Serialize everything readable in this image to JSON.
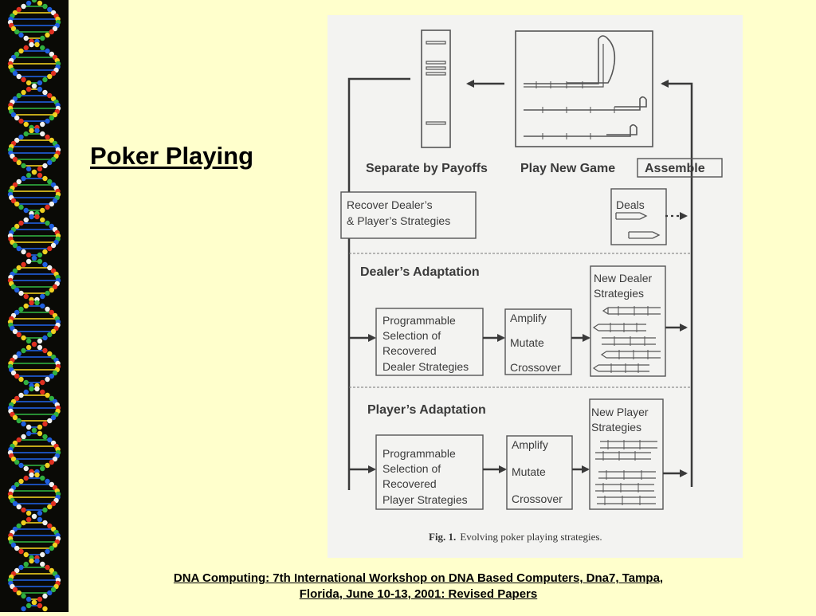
{
  "slide": {
    "title": "Poker Playing",
    "citation_line1": "DNA Computing: 7th International Workshop on DNA Based Computers, Dna7, Tampa,",
    "citation_line2": "Florida, June 10-13, 2001: Revised Papers"
  },
  "figure": {
    "labels": {
      "separate": "Separate by Payoffs",
      "play": "Play New Game",
      "assemble": "Assemble",
      "recover_1": "Recover Dealer’s",
      "recover_2": "& Player’s Strategies",
      "deals": "Deals",
      "dealer_section": "Dealer’s Adaptation",
      "player_section": "Player’s Adaptation",
      "new_dealer_1": "New Dealer",
      "new_dealer_2": "Strategies",
      "new_player_1": "New Player",
      "new_player_2": "Strategies",
      "prog_1": "Programmable",
      "prog_2": "Selection of",
      "prog_3": "Recovered",
      "prog_dealer_4": "Dealer Strategies",
      "prog_player_4": "Player Strategies",
      "amplify": "Amplify",
      "mutate": "Mutate",
      "crossover": "Crossover"
    },
    "caption_prefix": "Fig. 1.",
    "caption_text": "Evolving poker playing strategies."
  },
  "colors": {
    "background": "#ffffcc",
    "figure_bg": "#f3f3f1",
    "ink": "#3a3a3a"
  }
}
